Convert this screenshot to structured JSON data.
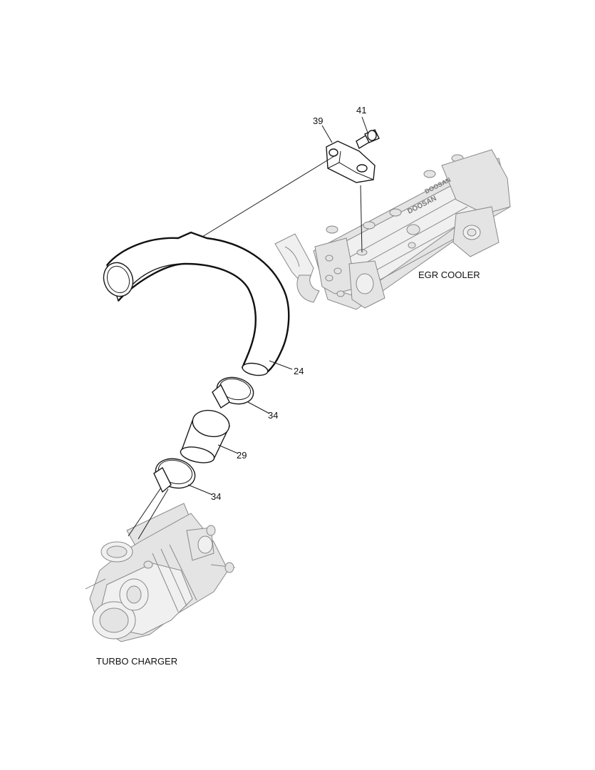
{
  "labels": {
    "egr_cooler": "EGR COOLER",
    "turbo_charger": "TURBO CHARGER",
    "part_39": "39",
    "part_41": "41",
    "part_24": "24",
    "part_34_upper": "34",
    "part_29": "29",
    "part_34_lower": "34",
    "brand_marking": "DOOSAN"
  }
}
